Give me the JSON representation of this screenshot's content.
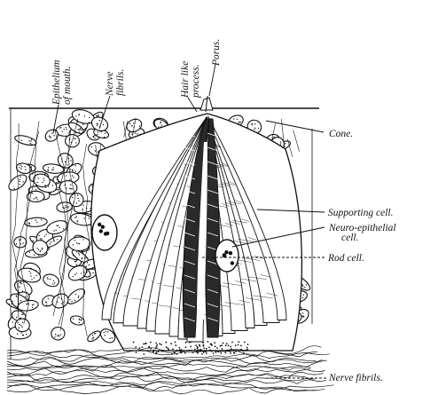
{
  "labels": {
    "epithelium_line1": "Epithelium",
    "epithelium_line2": "of mouth.",
    "nerve_fibrils_top_line1": "Nerve",
    "nerve_fibrils_top_line2": "fibrils.",
    "hair_like_line1": "Hair like",
    "hair_like_line2": "process.",
    "porus": "Porus.",
    "cone": "Cone.",
    "supporting_cell": "Supporting cell.",
    "neuro_epithelial_line1": "Neuro-epithelial",
    "neuro_epithelial_line2": "cell.",
    "rod_cell": "Rod cell.",
    "nerve_fibrils_bottom": "Nerve fibrils."
  },
  "colors": {
    "ink": "#111111",
    "paper": "#ffffff"
  }
}
